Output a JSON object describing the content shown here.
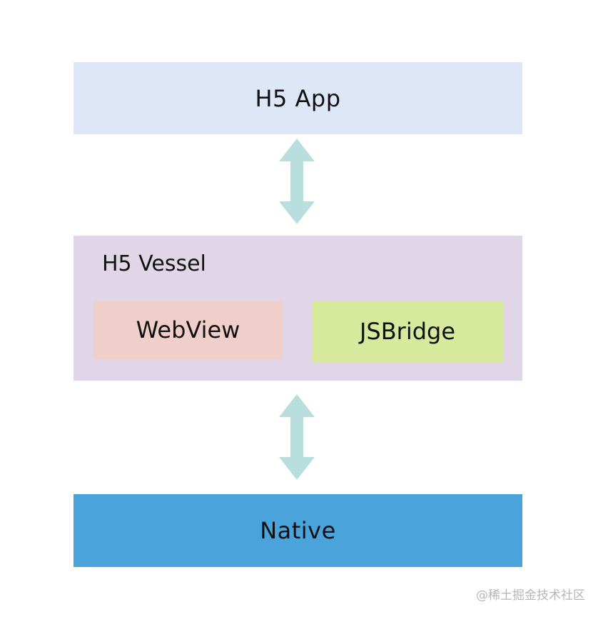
{
  "layers": {
    "h5_app": "H5 App",
    "vessel_title": "H5 Vessel",
    "webview": "WebView",
    "jsbridge": "JSBridge",
    "native": "Native"
  },
  "connectors": {
    "arrow_color": "#b9dede",
    "arrow_icon": "double-headed-arrow-icon"
  },
  "colors": {
    "h5_app_bg": "#dde7f8",
    "vessel_bg": "#e1d6e7",
    "webview_bg": "#f0cfcb",
    "jsbridge_bg": "#d6e99d",
    "native_bg": "#4ba3dc"
  },
  "watermark": "@稀土掘金技术社区"
}
